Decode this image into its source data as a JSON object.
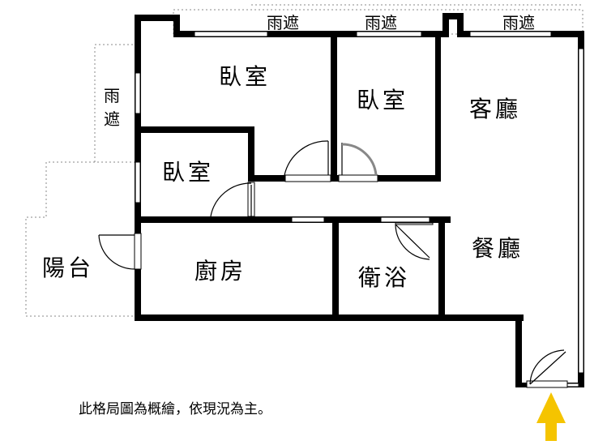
{
  "rooms": {
    "bedroom_top_left": "臥室",
    "bedroom_top_middle": "臥室",
    "bedroom_small": "臥室",
    "living_room": "客廳",
    "dining_room": "餐廳",
    "kitchen": "廚房",
    "bathroom": "衛浴",
    "balcony": "陽台"
  },
  "awnings": {
    "top_1": "雨遮",
    "top_2": "雨遮",
    "top_3": "雨遮",
    "left_line1": "雨",
    "left_line2": "遮"
  },
  "note": "此格局圖為概繪，依現況為主。",
  "colors": {
    "wall": "#000000",
    "entrance_arrow": "#f5c400"
  },
  "icons": {
    "entrance": "up-arrow-icon"
  }
}
